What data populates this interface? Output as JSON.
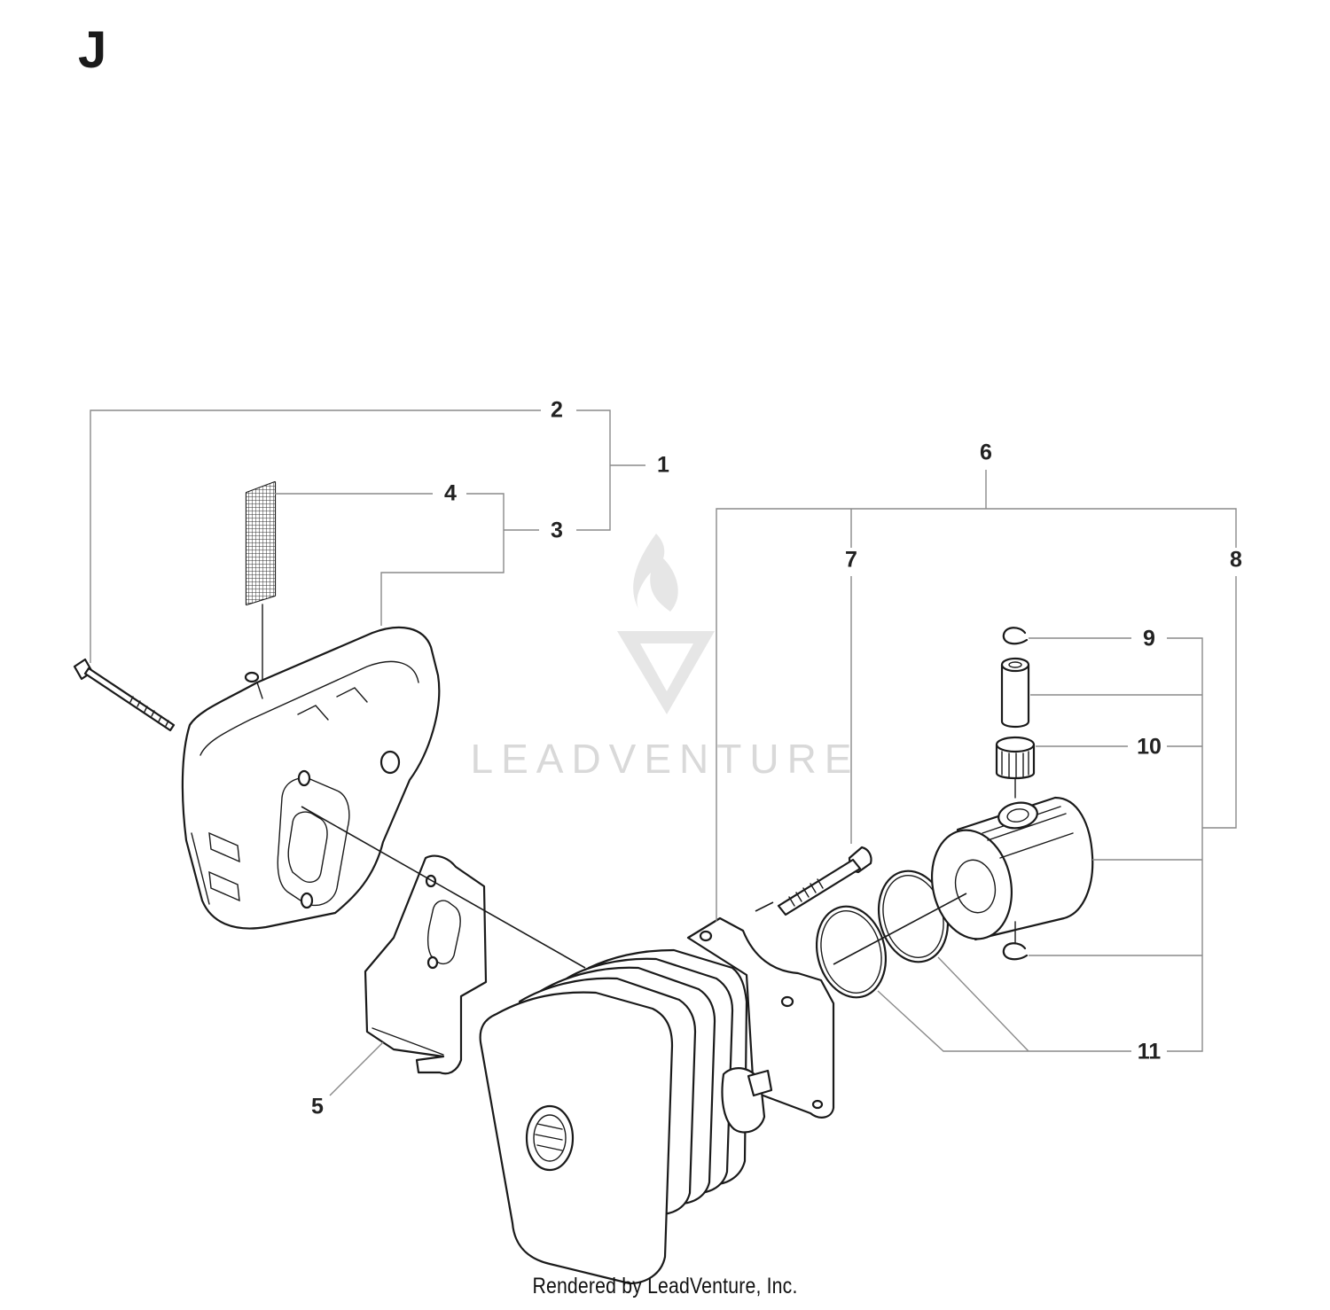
{
  "sheet_letter": "J",
  "watermark": "LEADVENTURE",
  "footer": "Rendered by LeadVenture, Inc.",
  "callouts": {
    "c1": "1",
    "c2": "2",
    "c3": "3",
    "c4": "4",
    "c5": "5",
    "c6": "6",
    "c7": "7",
    "c8": "8",
    "c9": "9",
    "c10": "10",
    "c11": "11"
  }
}
